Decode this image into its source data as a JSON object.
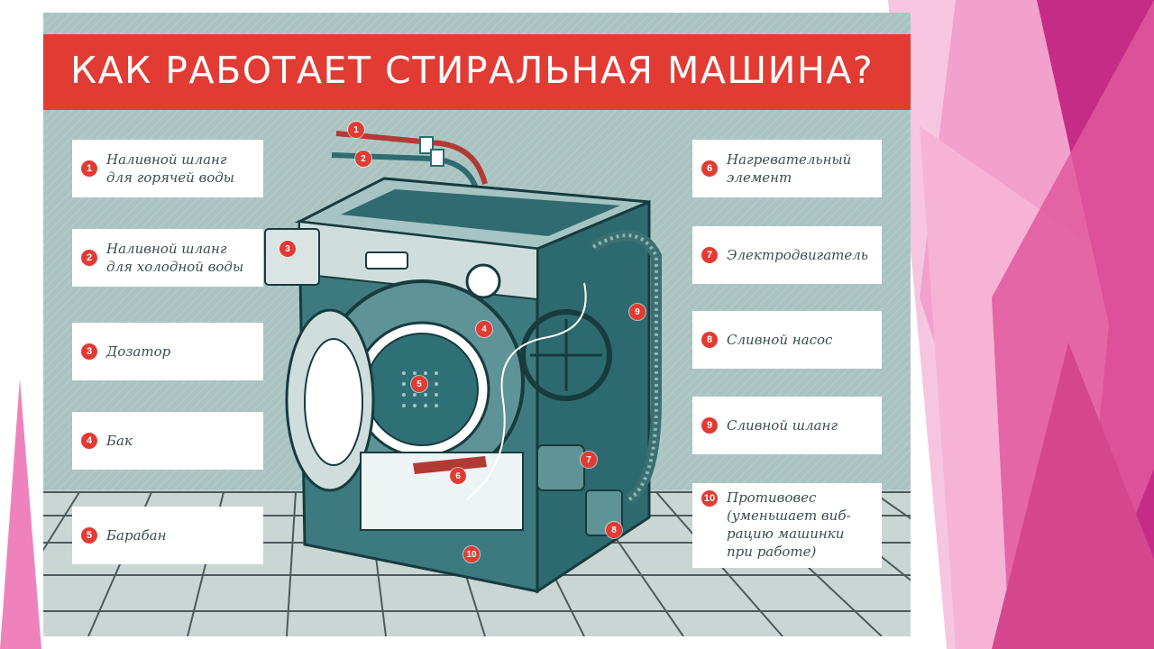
{
  "title": "КАК РАБОТАЕТ СТИРАЛЬНАЯ МАШИНА?",
  "labels": [
    {
      "num": "1",
      "text": "Наливной шланг\nдля горячей воды"
    },
    {
      "num": "2",
      "text": "Наливной шланг\nдля холодной воды"
    },
    {
      "num": "3",
      "text": "Дозатор"
    },
    {
      "num": "4",
      "text": "Бак"
    },
    {
      "num": "5",
      "text": "Барабан"
    },
    {
      "num": "6",
      "text": "Нагревательный\nэлемент"
    },
    {
      "num": "7",
      "text": "Электродвигатель"
    },
    {
      "num": "8",
      "text": "Сливной насос"
    },
    {
      "num": "9",
      "text": "Сливной шланг"
    },
    {
      "num": "10",
      "text": "Противовес\n(уменьшает виб-\nрацию машинки\nпри работе)"
    }
  ],
  "colors": {
    "accent_red": "#e23b33",
    "poster_bg": "#a9c3c1",
    "machine_teal": "#2f6b70",
    "deco_pink": "#e0589e",
    "deco_magenta": "#b8287a"
  }
}
